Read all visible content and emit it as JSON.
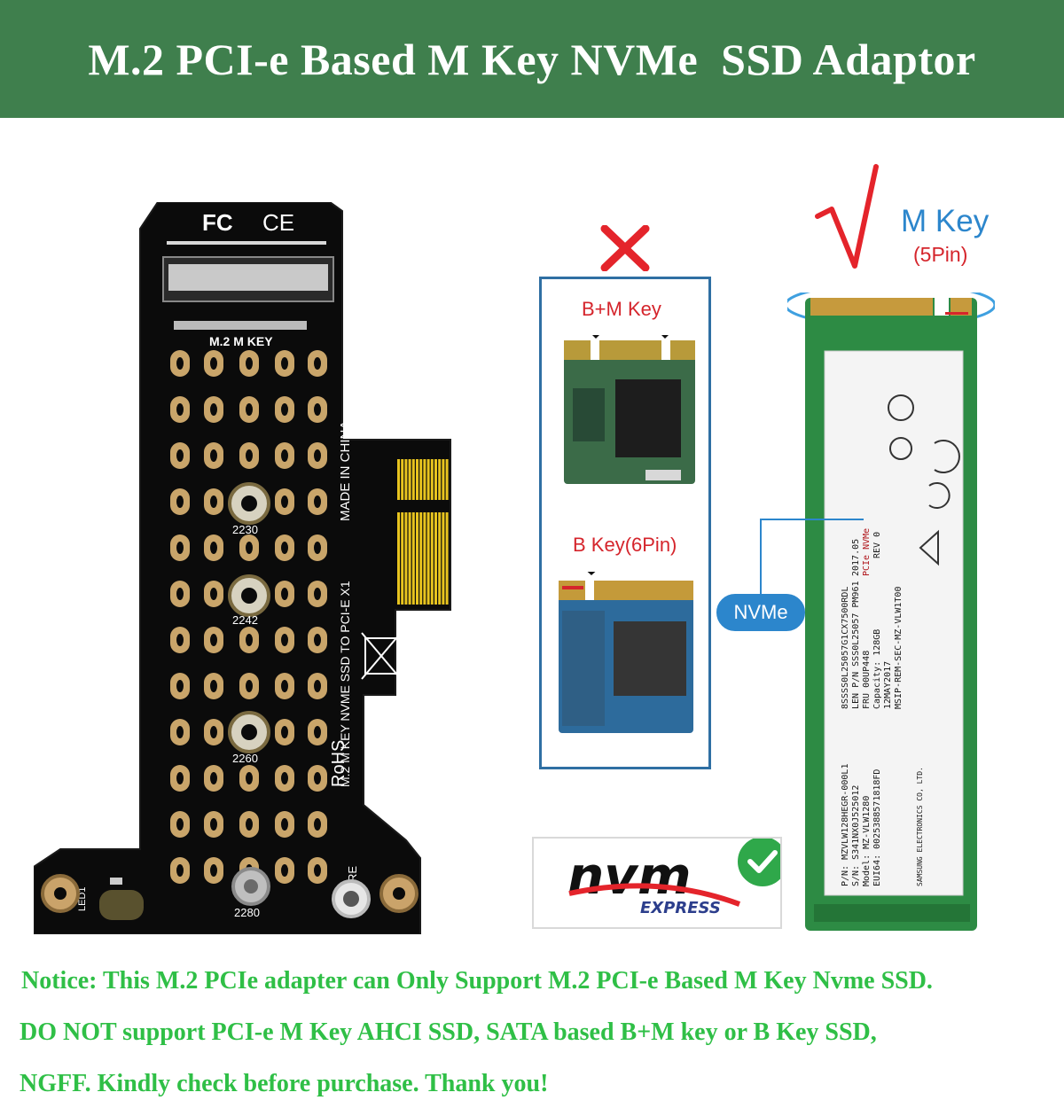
{
  "banner": {
    "title": "M.2 PCI-e Based M Key NVMe  SSD Adaptor"
  },
  "adapter": {
    "marks": [
      "MADE IN CHINA",
      "M.2 M KEY NVME SSD TO PCI-E X1",
      "M.2 M KEY",
      "RoHS",
      "SPARE",
      "LED1"
    ],
    "sizes": [
      "2230",
      "2242",
      "2260",
      "2280"
    ]
  },
  "incompatible": {
    "bm_label": "B+M Key",
    "b_label": "B Key(6Pin)"
  },
  "compatible": {
    "mkey_label": "M Key",
    "mkey_pins": "(5Pin)",
    "badge": "NVMe"
  },
  "ssd_label": {
    "lines": [
      "8SSSS0L25057G1CX7500RDL",
      "LEN P/N SSS0L25057   PM961",
      "FRU 00UP448",
      "Capacity: 128GB",
      "12MAY2017",
      "MSIP-REM-SEC-MZ-VLW1T00",
      "P/N: MZVLW128HEGR-000L1",
      "S/N: S341NX0J525012",
      "Model: MZ-VLW1280",
      "EUI64: 0025388571818FD",
      "SAMSUNG ELECTRONICS CO, LTD."
    ],
    "pcie_mark": "PCIe NVMe",
    "date": "2017.05",
    "rev": "REV 0"
  },
  "logo": {
    "word": "nvm",
    "sub": "EXPRESS"
  },
  "notice": {
    "line1": "Notice:  This M.2 PCIe adapter can Only Support M.2 PCI-e Based M Key Nvme SSD.",
    "line2": "DO NOT support PCI-e M Key AHCI SSD, SATA based B+M key or B Key SSD,",
    "line3": "NGFF. Kindly check before purchase. Thank you!"
  },
  "colors": {
    "banner": "#3f7f4d",
    "notice": "#2fbf46",
    "accent_blue": "#2c86cc",
    "accent_red": "#d5252c"
  }
}
